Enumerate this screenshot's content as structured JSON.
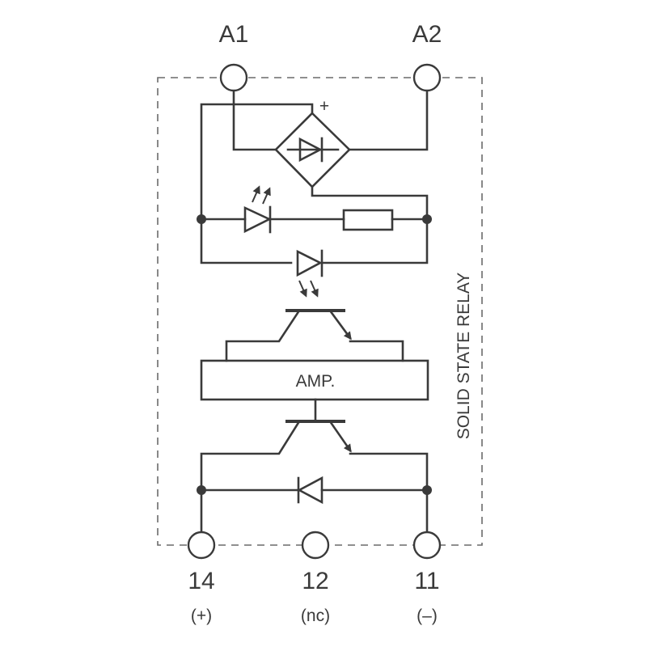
{
  "terminals": {
    "a1": "A1",
    "a2": "A2",
    "t14": "14",
    "t12": "12",
    "t11": "11",
    "t14_note": "(+)",
    "t12_note": "(nc)",
    "t11_note": "(–)"
  },
  "bridge_plus": "+",
  "amplifier_label": "AMP.",
  "enclosure_label": "SOLID STATE RELAY",
  "colors": {
    "line": "#3a3a3a",
    "background": "#ffffff",
    "dashed_box": "#6a6a6a"
  }
}
